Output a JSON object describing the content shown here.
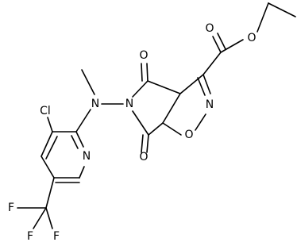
{
  "structure": {
    "atom_labels": {
      "cl": "Cl",
      "n_amine": "N",
      "n_imide": "N",
      "n_isoxazoline": "N",
      "o_isoxazoline": "O",
      "n_pyridine": "N",
      "o_ketone_top": "O",
      "o_ketone_bottom": "O",
      "o_ester_carbonyl": "O",
      "o_ester_ether": "O",
      "f_left": "F",
      "f_bottom_left": "F",
      "f_bottom_right": "F"
    }
  }
}
